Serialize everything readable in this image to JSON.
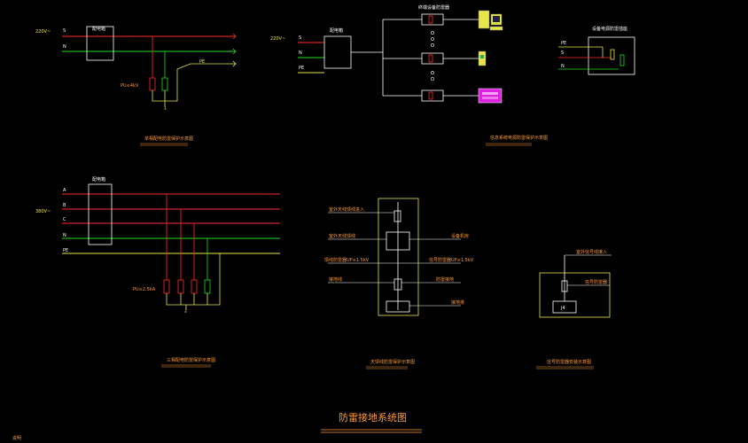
{
  "colors": {
    "background": "#000000",
    "phase": "#ff2a2a",
    "neutral": "#22dd22",
    "earth": "#e6e64a",
    "device": "#ffffff",
    "label": "#ff9a3a",
    "title": "#ff9a3a"
  },
  "diagram1": {
    "voltage": "220V~",
    "line_s": "S",
    "line_n": "N",
    "line_pe": "PE",
    "box_label": "配电箱",
    "spd_label": "PU≤4kV",
    "caption": "单相配电防雷保护示意图"
  },
  "diagram2": {
    "voltage": "220V~",
    "line_s": "S",
    "line_n": "N",
    "line_pe": "PE",
    "box_label": "配电箱",
    "header": "终端设备防雷器",
    "caption": "信息系统电源防雷保护示意图"
  },
  "diagram3": {
    "header": "设备电源防雷插座",
    "line_pe": "PE",
    "line_s": "S",
    "line_n": "N"
  },
  "diagram4": {
    "voltage": "380V~",
    "line_a": "A",
    "line_b": "B",
    "line_c": "C",
    "line_n": "N",
    "line_pe": "PE",
    "box_label": "配电箱",
    "spd_label": "PU≤2.5kA",
    "caption": "三相配电防雷保护示意图"
  },
  "diagram5": {
    "left_1": "室外天线馈线进入",
    "left_2": "室外天线馈线",
    "left_3": "馈线防雷器UP≤1.5kV",
    "left_4": "接地线",
    "right_1": "设备机房",
    "right_2": "信号防雷器UP≤1.5kV",
    "right_3": "防雷接地",
    "right_4": "接地排",
    "caption": "天馈线防雷保护示意图"
  },
  "diagram6": {
    "top_label": "室外信号线接入",
    "right_label": "信号防雷器",
    "box_label": "J4",
    "caption": "信号防雷器安装示意图"
  },
  "main_title": "防雷接地系统图",
  "corner_text": "说明"
}
